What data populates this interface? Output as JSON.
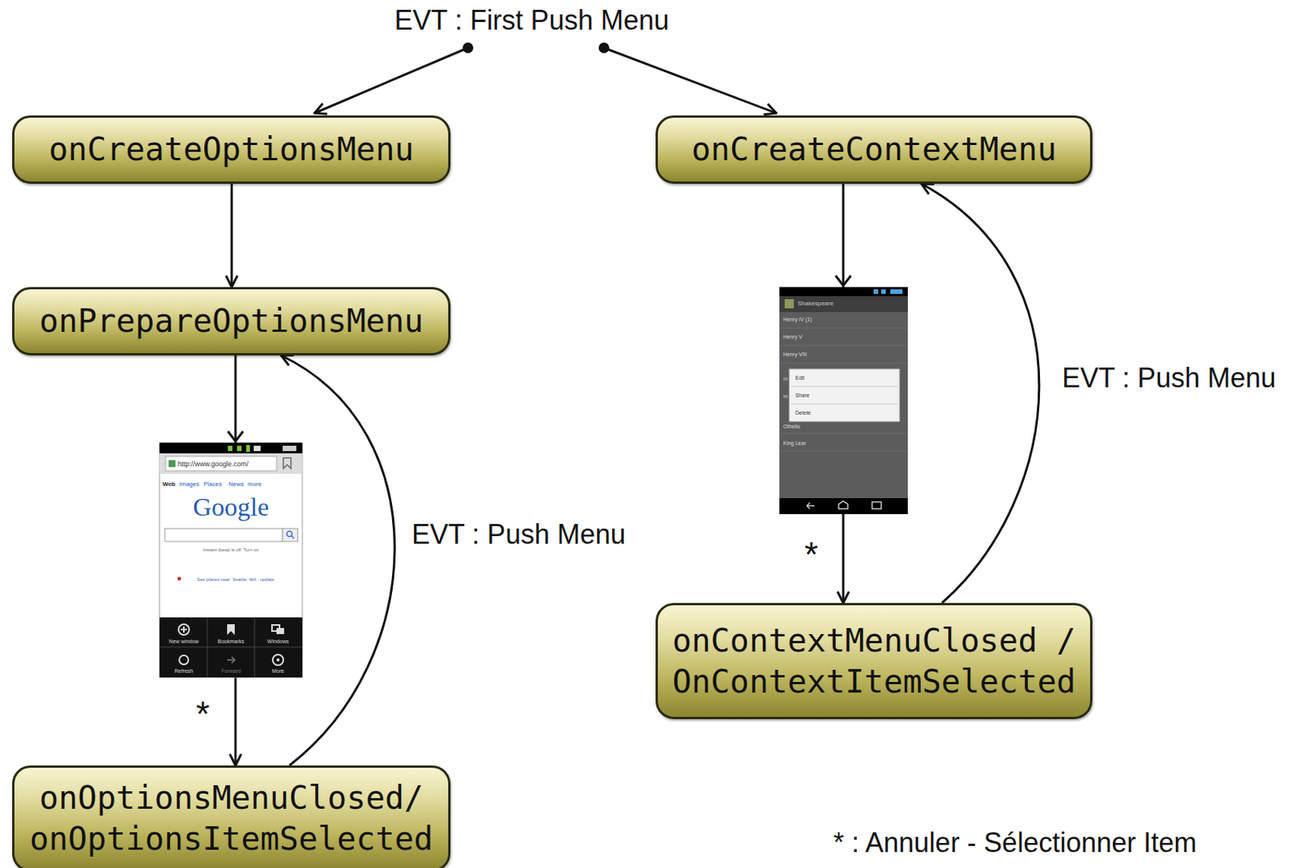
{
  "diagram": {
    "nodes": [
      {
        "text": [
          "onCreateOptionsMenu"
        ]
      },
      {
        "text": [
          "onPrepareOptionsMenu"
        ]
      },
      {
        "text": [
          "onOptionsMenuClosed/ onOptionsItemSelected"
        ]
      },
      {
        "text": [
          "onCreateContextMenu"
        ]
      },
      {
        "text": [
          "onContextMenuClosed / OnContextItemSelected"
        ]
      }
    ],
    "edges": [
      {
        "from": 0,
        "to": 1,
        "arrow": "to"
      },
      {
        "from": 1,
        "to": 2,
        "label": "*",
        "arrow": "to"
      },
      {
        "from": 2,
        "to": 1,
        "label": "EVT : Push Menu",
        "arrow": "to"
      },
      {
        "from": 3,
        "to": 4,
        "label": "*",
        "arrow": "to"
      },
      {
        "from": 4,
        "to": 3,
        "label": "EVT : Push Menu",
        "arrow": "to"
      }
    ],
    "labels": [
      "EVT : First Push Menu",
      "* : Annuler - Sélectionner Item",
      "http://www.google.com/",
      "Web",
      "Images",
      "Places",
      "News",
      "more",
      "Google",
      "Instant (beta) is off: Turn on",
      "See places near: Seattle, WA - update",
      "New window",
      "Bookmarks",
      "Windows",
      "Refresh",
      "Forward",
      "More",
      "Shakespeare",
      "Henry IV (1)",
      "Henry V",
      "Henry VIII",
      "Edit",
      "Share",
      "Delete",
      "Othello",
      "King Lear"
    ]
  }
}
